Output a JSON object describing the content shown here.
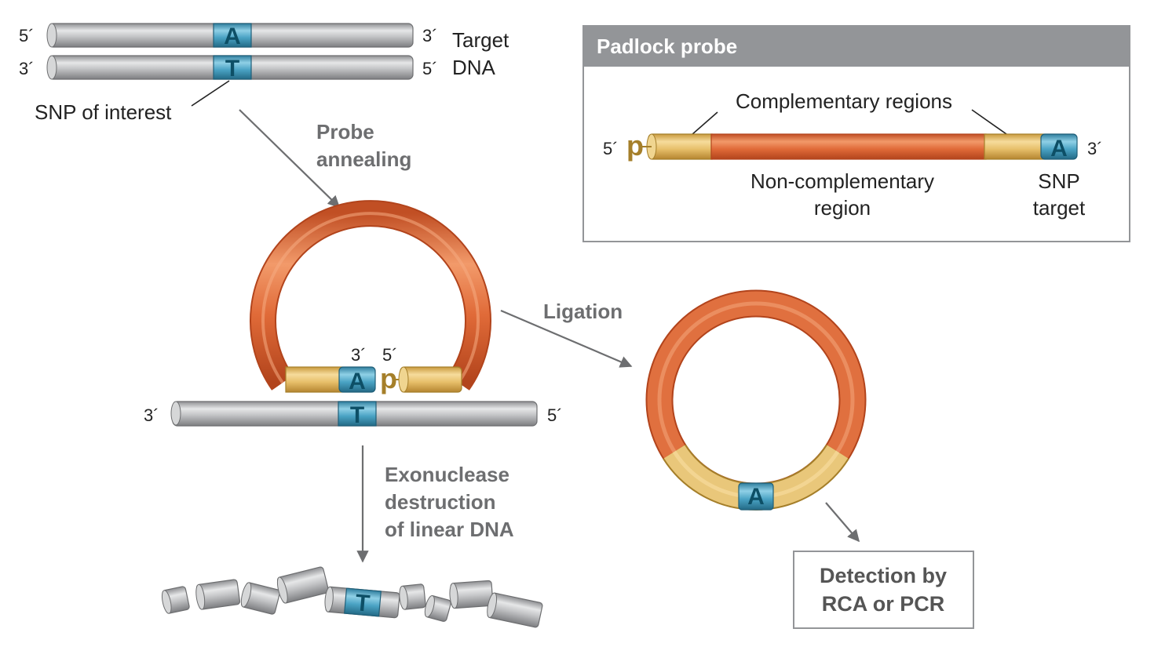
{
  "colors": {
    "dna_gray": "#b8b9bb",
    "probe_orange": "#e07040",
    "probe_yellow": "#e9c77a",
    "snp_blue": "#4a9fc0",
    "arrow_gray": "#6d6e70",
    "box_header": "#939598"
  },
  "target": {
    "top_five": "5´",
    "top_three": "3´",
    "bottom_three": "3´",
    "bottom_five": "5´",
    "label_line1": "Target",
    "label_line2": "DNA",
    "top_base": "A",
    "bottom_base": "T",
    "snp_label": "SNP of interest"
  },
  "steps": {
    "annealing_line1": "Probe",
    "annealing_line2": "annealing",
    "ligation": "Ligation",
    "exo_line1": "Exonuclease",
    "exo_line2": "destruction",
    "exo_line3": "of linear DNA"
  },
  "annealed": {
    "probe_three": "3´",
    "probe_five": "5´",
    "probe_base": "A",
    "phosphate": "p",
    "strand_three": "3´",
    "strand_five": "5´",
    "strand_base": "T"
  },
  "circle": {
    "base": "A"
  },
  "fragments": {
    "base": "T"
  },
  "detection": {
    "line1": "Detection by",
    "line2": "RCA or PCR"
  },
  "padlock": {
    "title": "Padlock probe",
    "complementary": "Complementary regions",
    "non_comp_line1": "Non-complementary",
    "non_comp_line2": "region",
    "snp_line1": "SNP",
    "snp_line2": "target",
    "five": "5´",
    "three": "3´",
    "phosphate": "p",
    "base": "A"
  }
}
